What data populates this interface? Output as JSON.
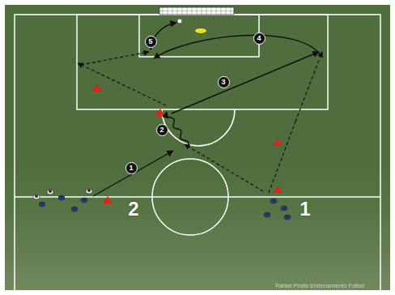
{
  "diagram": {
    "nodes": [
      {
        "text": [
          "1"
        ]
      },
      {
        "text": [
          "2"
        ]
      },
      {
        "text": [
          "3"
        ]
      },
      {
        "text": [
          "4"
        ]
      },
      {
        "text": [
          "5"
        ]
      }
    ],
    "labels": [
      "2",
      "1",
      "Rafael Pinilla Entrenamiento Futbol"
    ]
  }
}
